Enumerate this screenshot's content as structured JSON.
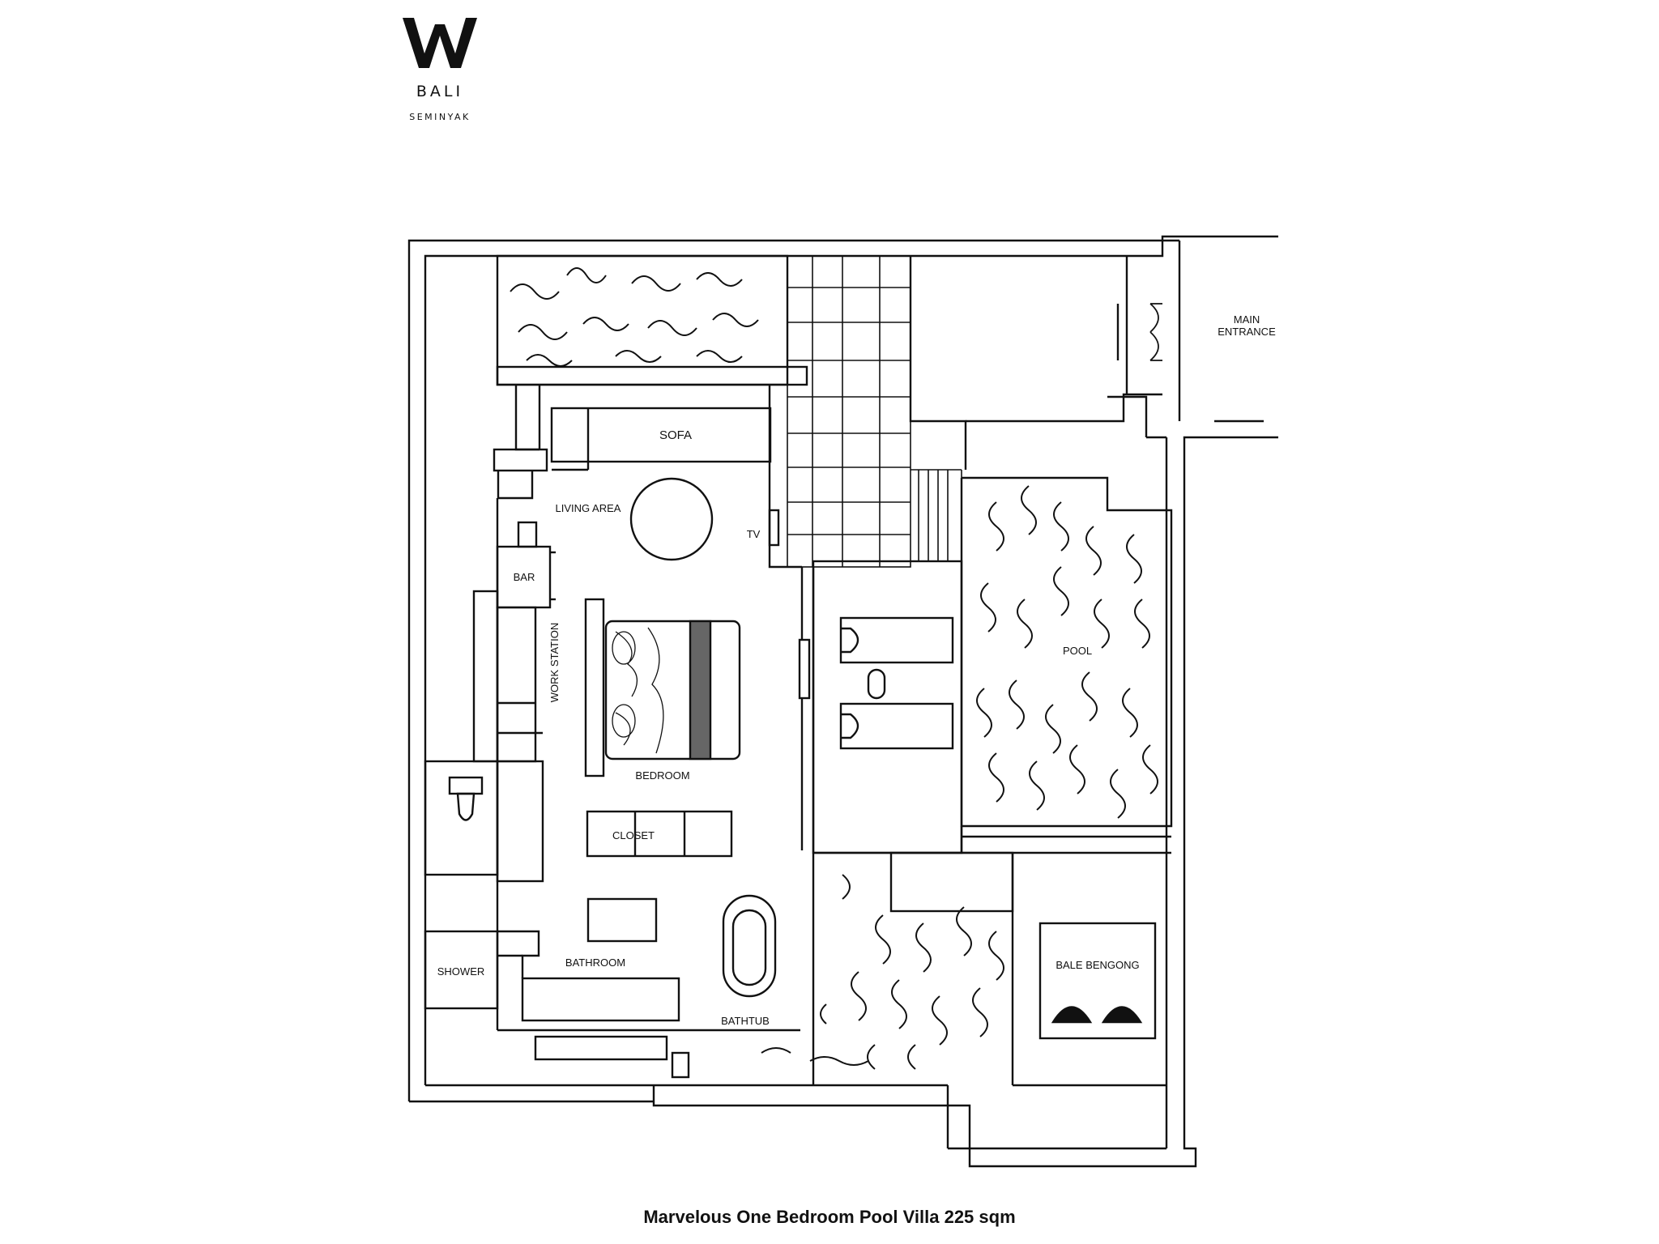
{
  "brand": {
    "logo_mark": "W",
    "line1": "BALI",
    "line2": "SEMINYAK"
  },
  "rooms": {
    "sofa": "SOFA",
    "living_area": "LIVING AREA",
    "tv": "TV",
    "bar": "BAR",
    "work_station": "WORK STATION",
    "bedroom": "BEDROOM",
    "closet": "CLOSET",
    "bathroom": "BATHROOM",
    "shower": "SHOWER",
    "bathtub": "BATHTUB",
    "pool": "POOL",
    "bale_bengong": "BALE BENGONG",
    "main_entrance_line1": "MAIN",
    "main_entrance_line2": "ENTRANCE"
  },
  "caption": "Marvelous One Bedroom Pool Villa 225 sqm"
}
